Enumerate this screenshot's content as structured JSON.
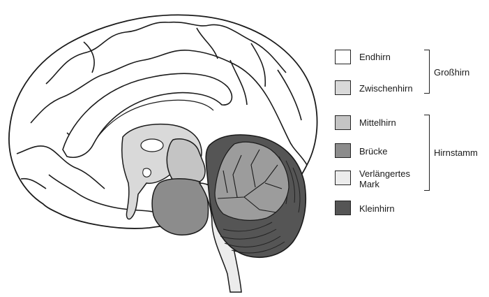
{
  "colors": {
    "endhirn": "#ffffff",
    "zwischenhirn": "#d9d9d9",
    "mittelhirn": "#c4c4c4",
    "bruecke": "#8c8c8c",
    "verlaengertes_mark": "#ececec",
    "kleinhirn": "#555555",
    "outline": "#1a1a1a"
  },
  "legend": {
    "items": [
      {
        "key": "endhirn",
        "label": "Endhirn"
      },
      {
        "key": "zwischenhirn",
        "label": "Zwischenhirn"
      },
      {
        "key": "mittelhirn",
        "label": "Mittelhirn"
      },
      {
        "key": "bruecke",
        "label": "Brücke"
      },
      {
        "key": "verlaengertes_mark",
        "label_line1": "Verlängertes",
        "label_line2": "Mark"
      },
      {
        "key": "kleinhirn",
        "label": "Kleinhirn"
      }
    ],
    "groups": [
      {
        "label": "Großhirn"
      },
      {
        "label": "Hirnstamm"
      }
    ]
  }
}
